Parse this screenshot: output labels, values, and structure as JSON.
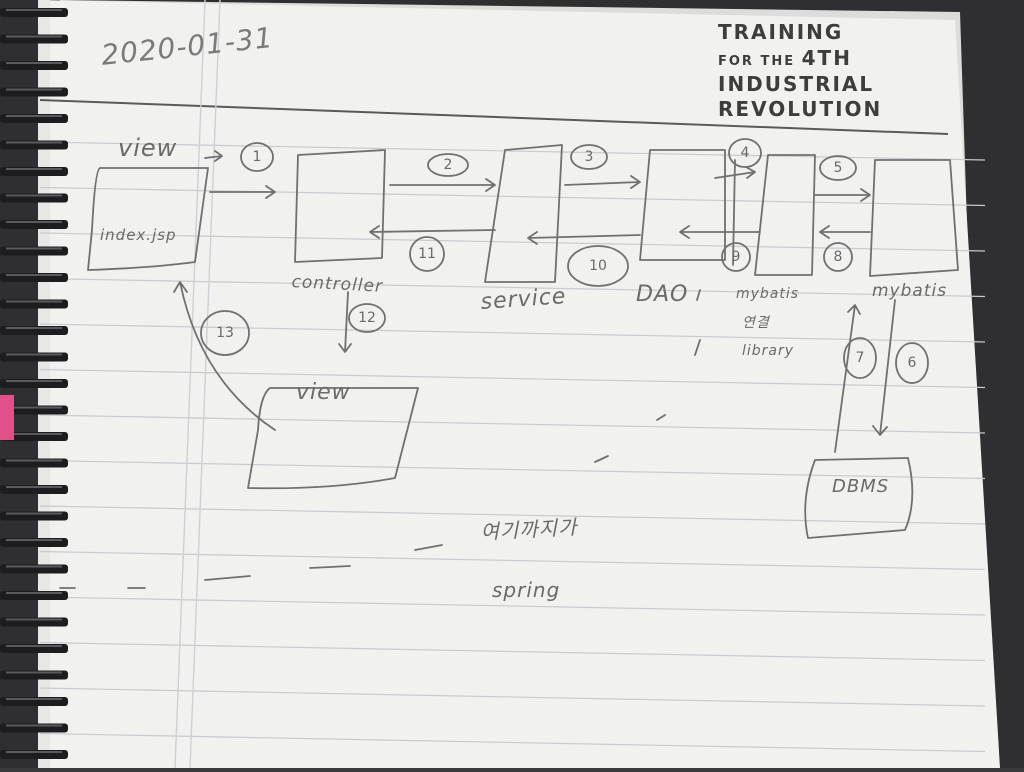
{
  "header": {
    "date": "2020-01-31",
    "brand_line1": "TRAINING",
    "brand_line2_prefix": "FOR THE",
    "brand_line2_suffix": "4TH",
    "brand_line3": "INDUSTRIAL",
    "brand_line4": "REVOLUTION"
  },
  "diagram": {
    "view_top": "view",
    "index_jsp": "index.jsp",
    "controller": "controller",
    "service": "service",
    "dao": "DAO",
    "mybatis_library": [
      "mybatis",
      "연결",
      "library"
    ],
    "mybatis": "mybatis",
    "view_bottom": "view",
    "dbms": "DBMS",
    "step_numbers": [
      "1",
      "2",
      "3",
      "4",
      "5",
      "6",
      "7",
      "8",
      "9",
      "10",
      "11",
      "12",
      "13"
    ]
  },
  "notes": {
    "korean": "여기까지가",
    "spring": "spring"
  },
  "colors": {
    "paper": "#f2f2f0",
    "line": "#c9c9cf",
    "pencil": "#6a6a6a",
    "binder_bg": "#2b2b2d"
  }
}
